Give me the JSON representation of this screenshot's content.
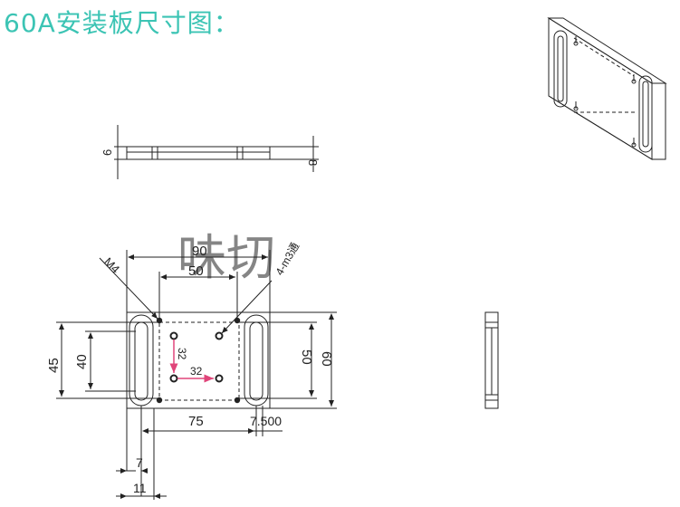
{
  "title": {
    "text": "60A安装板尺寸图：",
    "color": "#3cc4b4"
  },
  "colors": {
    "line": "#222222",
    "accent": "#e0457a",
    "watermark": "#c9cff7"
  },
  "side_view": {
    "dim_left": "6",
    "dim_right": "8"
  },
  "plan_view": {
    "dim_top_outer": "90",
    "dim_top_inner": "50",
    "label_thread": "M4",
    "label_holes": "4-m3通",
    "dim_left_outer": "45",
    "dim_left_inner": "40",
    "dim_right_inner": "50",
    "dim_right_outer": "60",
    "dim_hole_v": "32",
    "dim_hole_h": "32",
    "dim_bottom_mid": "75",
    "dim_bottom_right": "7.500",
    "dim_bottom_7": "7",
    "dim_bottom_11": "11"
  },
  "watermark": {
    "text": "味切"
  }
}
